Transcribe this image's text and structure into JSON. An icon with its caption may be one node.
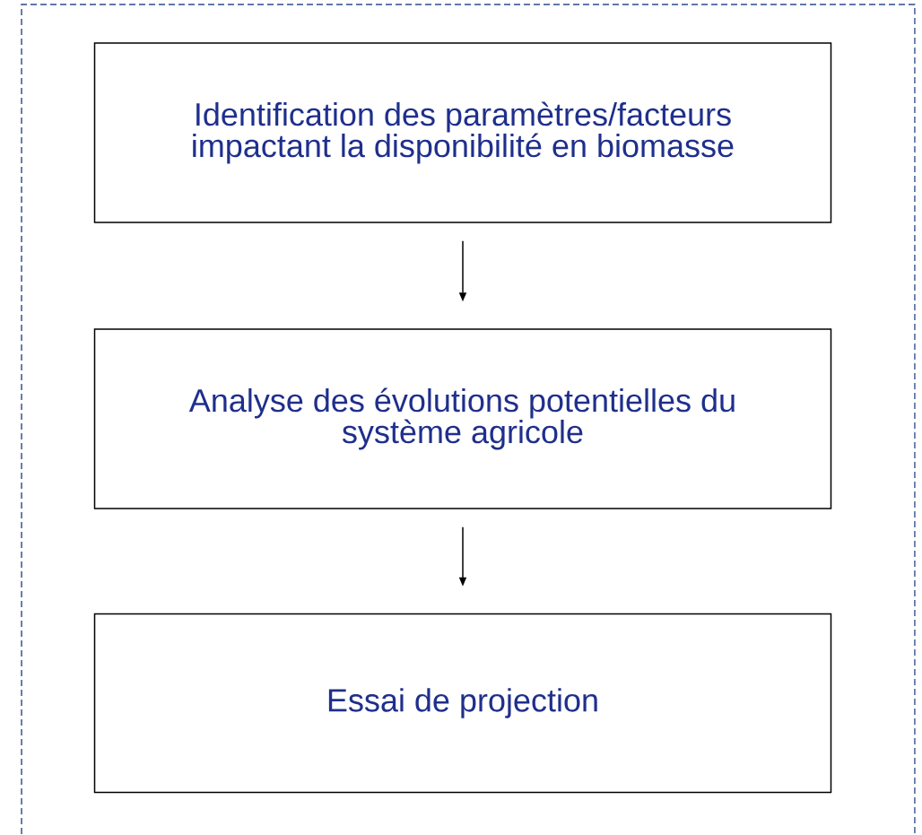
{
  "diagram": {
    "nodes": [
      {
        "text": [],
        "shape": "box"
      },
      {
        "text": [
          "Identification des paramètres/facteurs impactant la disponibilité en biomasse"
        ],
        "in": 0
      },
      {
        "text": [
          "Analyse des évolutions potentielles du système agricole"
        ],
        "in": 0
      },
      {
        "text": [
          "Essai de projection"
        ],
        "in": 0
      }
    ],
    "edges": [
      {
        "from": 1,
        "to": 2,
        "arrow": "to"
      },
      {
        "from": 2,
        "to": 3,
        "arrow": "to"
      }
    ]
  }
}
